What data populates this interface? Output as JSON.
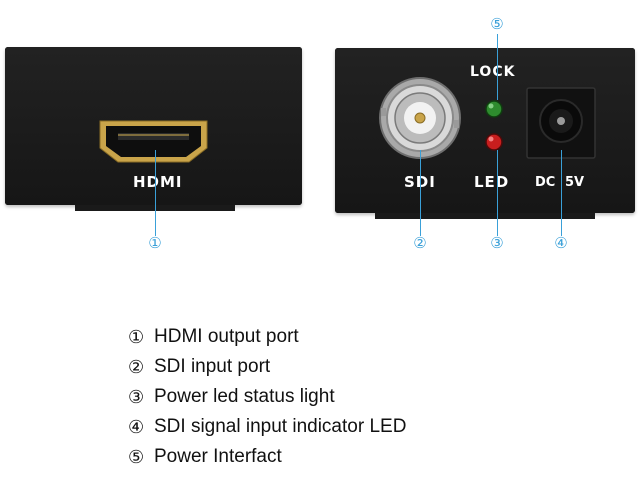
{
  "devices": {
    "left": {
      "port_label": "HDMI"
    },
    "right": {
      "sdi_label": "SDI",
      "lock_label": "LOCK",
      "led_label": "LED",
      "dc_label": "DC",
      "voltage_label": "5V"
    }
  },
  "markers": {
    "m1": "①",
    "m2": "②",
    "m3": "③",
    "m4": "④",
    "m5": "⑤"
  },
  "legend": {
    "items": [
      {
        "num": "①",
        "text": "HDMI output port"
      },
      {
        "num": "②",
        "text": "SDI input port"
      },
      {
        "num": "③",
        "text": "Power led status light"
      },
      {
        "num": "④",
        "text": "SDI signal input indicator LED"
      },
      {
        "num": "⑤",
        "text": "Power Interfact"
      }
    ]
  },
  "colors": {
    "callout": "#3aa0d8",
    "device_body": "#1c1c1c",
    "lock_led": "#2e8b2e",
    "power_led": "#c81e1e",
    "connector_gold": "#c9a44a"
  }
}
